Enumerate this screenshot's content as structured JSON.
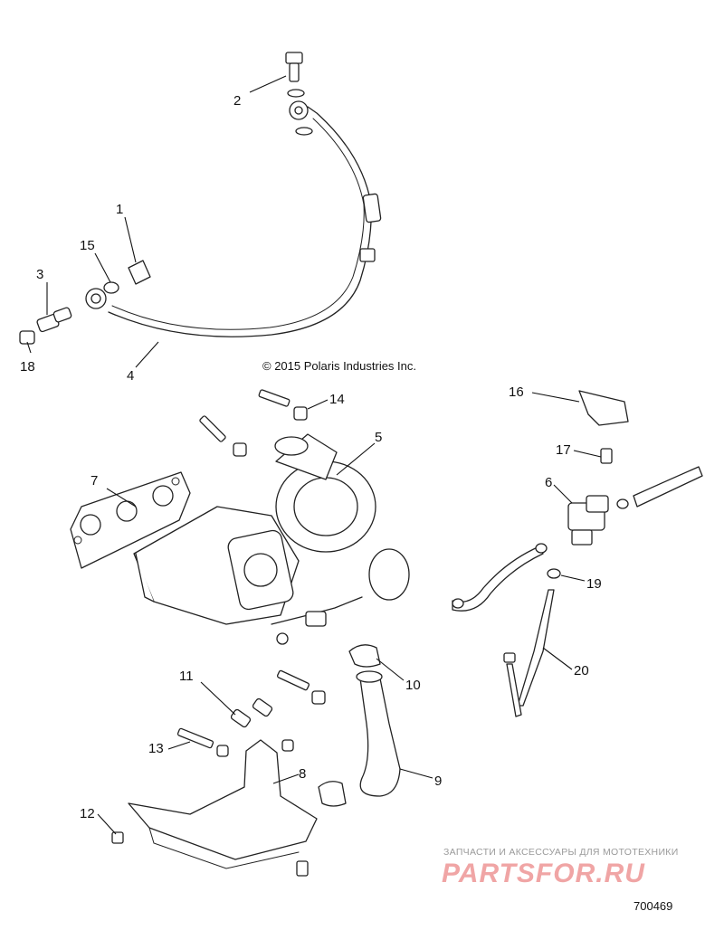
{
  "copyright": "© 2015 Polaris Industries Inc.",
  "figure_number": "700469",
  "watermark": {
    "tagline": "ЗАПЧАСТИ И АКСЕССУАРЫ ДЛЯ МОТОТЕХНИКИ",
    "logo": "PARTSFOR.RU"
  },
  "callouts": [
    "1",
    "2",
    "3",
    "4",
    "5",
    "6",
    "7",
    "8",
    "9",
    "10",
    "11",
    "12",
    "13",
    "14",
    "15",
    "16",
    "17",
    "18",
    "19",
    "20"
  ]
}
